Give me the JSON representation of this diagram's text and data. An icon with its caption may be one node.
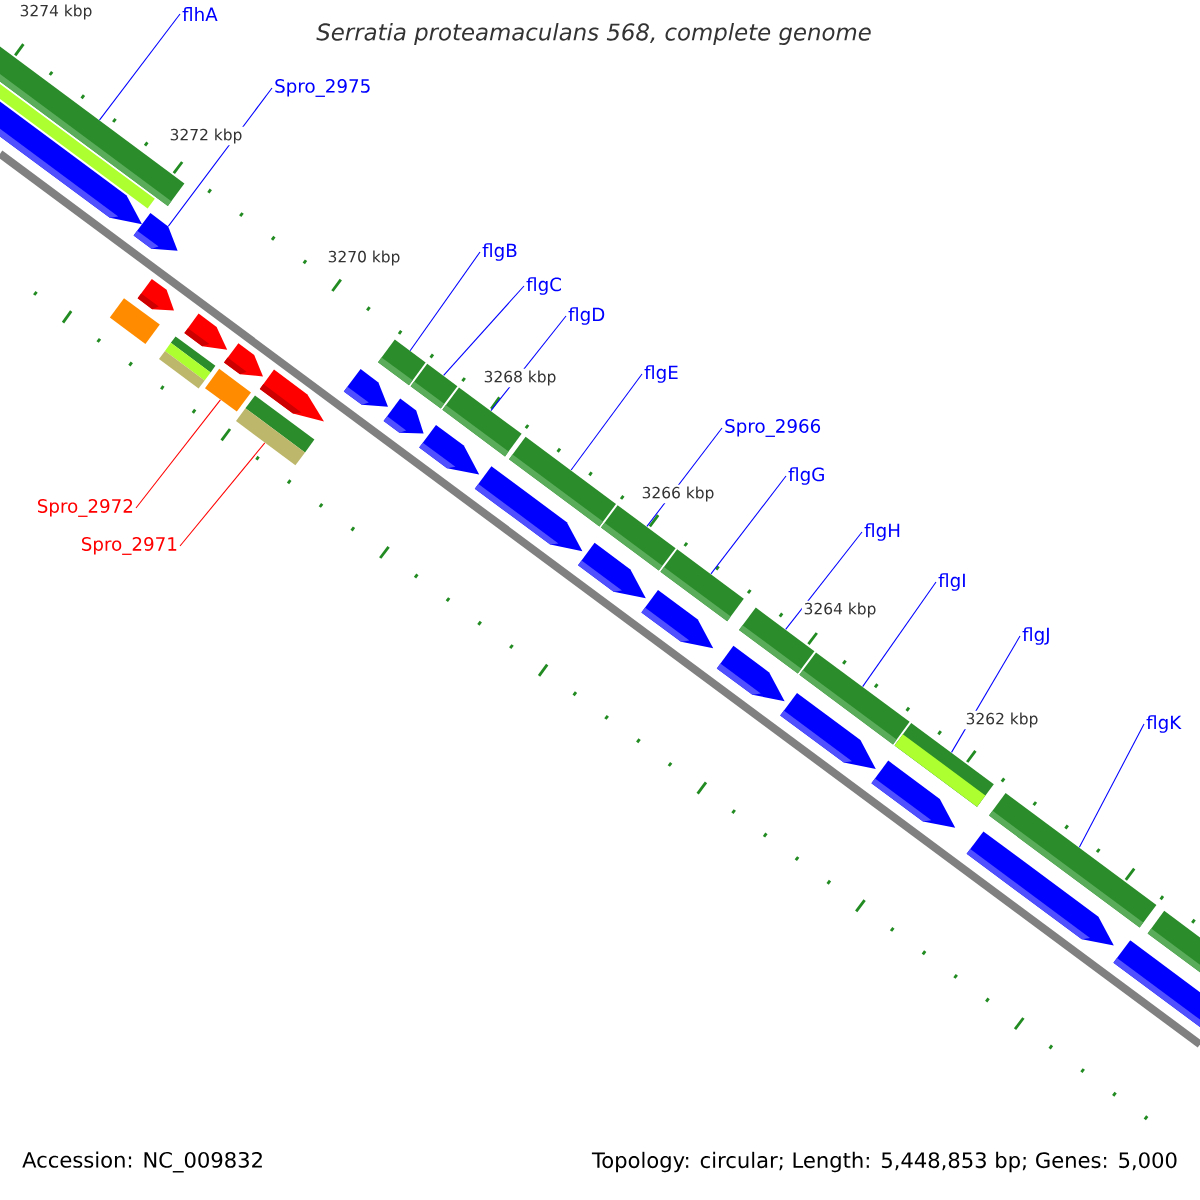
{
  "diagram": {
    "title": "Serratia proteamaculans 568, complete genome",
    "nodes": [
      {
        "text": [
          "flhA"
        ]
      },
      {
        "text": [
          "Spro_2975"
        ]
      },
      {
        "text": [
          "flgB"
        ]
      },
      {
        "text": [
          "flgC"
        ]
      },
      {
        "text": [
          "flgD"
        ]
      },
      {
        "text": [
          "flgE"
        ]
      },
      {
        "text": [
          "Spro_2966"
        ]
      },
      {
        "text": [
          "flgG"
        ]
      },
      {
        "text": [
          "flgH"
        ]
      },
      {
        "text": [
          "flgI"
        ]
      },
      {
        "text": [
          "flgJ"
        ]
      },
      {
        "text": [
          "flgK"
        ]
      },
      {
        "text": [
          "Spro_2972"
        ]
      },
      {
        "text": [
          "Spro_2971"
        ]
      },
      {
        "text": [],
        "shape": "bar"
      },
      {
        "text": [],
        "shape": "bar"
      },
      {
        "text": [],
        "shape": "pentagon"
      },
      {
        "text": [],
        "shape": "bar"
      },
      {
        "text": [],
        "shape": "pentagon"
      },
      {
        "text": [],
        "shape": "pentagon"
      },
      {
        "text": [],
        "shape": "bar"
      },
      {
        "text": [],
        "shape": "pentagon"
      },
      {
        "text": [],
        "shape": "bar"
      },
      {
        "text": [],
        "shape": "pentagon"
      },
      {
        "text": [],
        "shape": "bar"
      },
      {
        "text": [],
        "shape": "pentagon"
      },
      {
        "text": [],
        "shape": "pentagon"
      },
      {
        "text": [],
        "shape": "bar"
      },
      {
        "text": [],
        "shape": "pentagon"
      },
      {
        "text": [],
        "shape": "bar"
      },
      {
        "text": [],
        "shape": "pentagon"
      },
      {
        "text": [],
        "shape": "bar"
      },
      {
        "text": [],
        "shape": "pentagon"
      },
      {
        "text": [],
        "shape": "bar"
      },
      {
        "text": [],
        "shape": "pentagon"
      },
      {
        "text": [],
        "shape": "bar"
      },
      {
        "text": [],
        "shape": "pentagon"
      },
      {
        "text": [],
        "shape": "bar"
      },
      {
        "text": [],
        "shape": "pentagon"
      },
      {
        "text": [],
        "shape": "bar"
      },
      {
        "text": [],
        "shape": "pentagon"
      },
      {
        "text": [],
        "shape": "bar"
      },
      {
        "text": [],
        "shape": "pentagon"
      },
      {
        "text": [],
        "shape": "bar"
      },
      {
        "text": [],
        "shape": "pentagon"
      },
      {
        "text": [],
        "shape": "bar"
      },
      {
        "text": [],
        "shape": "bar"
      },
      {
        "text": [],
        "shape": "bar"
      }
    ],
    "edges": [
      {
        "from": 0,
        "to": 14,
        "arrow": "none"
      },
      {
        "from": 1,
        "to": 18,
        "arrow": "none"
      },
      {
        "from": 2,
        "to": 27,
        "arrow": "none"
      },
      {
        "from": 3,
        "to": 29,
        "arrow": "none"
      },
      {
        "from": 4,
        "to": 31,
        "arrow": "none"
      },
      {
        "from": 5,
        "to": 33,
        "arrow": "none"
      },
      {
        "from": 6,
        "to": 35,
        "arrow": "none"
      },
      {
        "from": 7,
        "to": 37,
        "arrow": "none"
      },
      {
        "from": 8,
        "to": 39,
        "arrow": "none"
      },
      {
        "from": 9,
        "to": 41,
        "arrow": "none"
      },
      {
        "from": 10,
        "to": 43,
        "arrow": "none"
      },
      {
        "from": 11,
        "to": 45,
        "arrow": "none"
      },
      {
        "from": 12,
        "to": 22,
        "arrow": "none",
        "color": "#ff0000"
      },
      {
        "from": 13,
        "to": 24,
        "arrow": "none",
        "color": "#ff0000"
      }
    ],
    "labels": [
      "3274 kbp",
      "3272 kbp",
      "3270 kbp",
      "3268 kbp",
      "3266 kbp",
      "3264 kbp",
      "3262 kbp",
      "Accession: NC_009832",
      "Topology: circular; Length: 5,448,853 bp; Genes: 5,000"
    ]
  }
}
